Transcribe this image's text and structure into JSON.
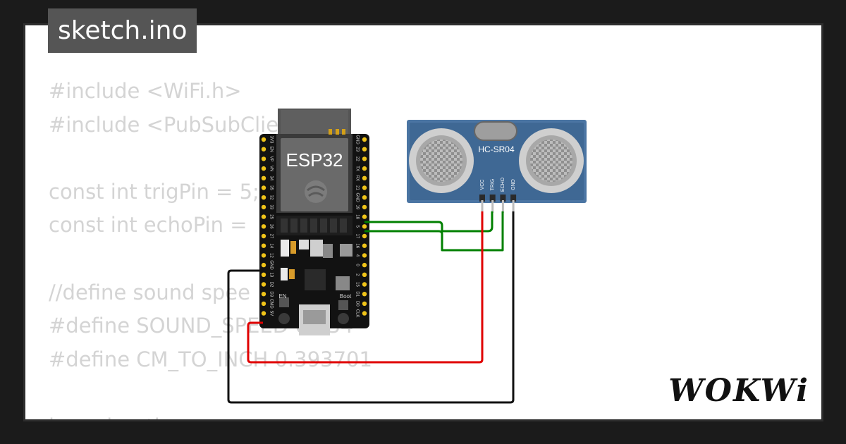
{
  "tab": {
    "filename": "sketch.ino"
  },
  "code_lines": [
    "#include <WiFi.h>",
    "#include <PubSubClie",
    "",
    "const int trigPin = 5;",
    "const int echoPin = ",
    "",
    "//define sound spee",
    "#define SOUND_SPEED 0.034",
    "#define CM_TO_INCH 0.393701",
    "",
    "long duration;"
  ],
  "board": {
    "name": "ESP32",
    "left_pins": [
      "3V3",
      "EN",
      "VP",
      "VN",
      "34",
      "35",
      "32",
      "33",
      "25",
      "26",
      "27",
      "14",
      "12",
      "GND",
      "13",
      "D2",
      "D3",
      "CMD",
      "5V"
    ],
    "right_pins": [
      "GND",
      "23",
      "22",
      "TX",
      "RX",
      "21",
      "GND",
      "19",
      "18",
      "5",
      "17",
      "16",
      "4",
      "0",
      "2",
      "15",
      "D1",
      "D0",
      "CLK"
    ],
    "buttons": {
      "en": "EN",
      "boot": "Boot"
    }
  },
  "sensor": {
    "name": "HC-SR04",
    "pins": [
      "VCC",
      "TRIG",
      "ECHO",
      "GND"
    ]
  },
  "wire_colors": {
    "trig": "#008000",
    "echo": "#008000",
    "vcc": "#e00000",
    "gnd": "#111111"
  },
  "logo": {
    "text": "WOKWi"
  }
}
